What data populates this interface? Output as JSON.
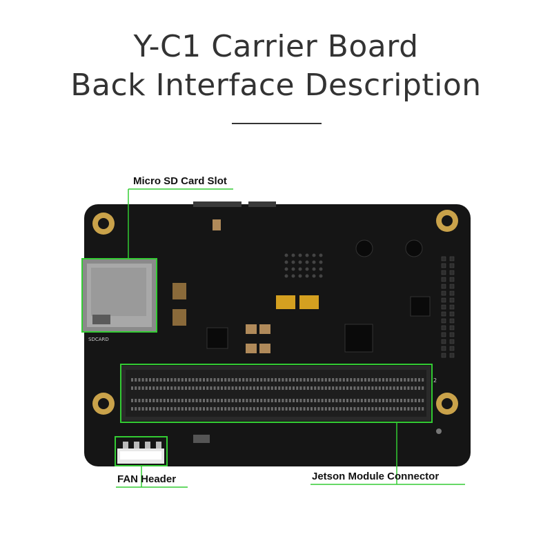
{
  "title": {
    "line1": "Y-C1 Carrier Board",
    "line2": "Back Interface Description"
  },
  "callouts": {
    "sd_card": "Micro SD Card Slot",
    "fan_header": "FAN Header",
    "jetson_connector": "Jetson Module Connector"
  },
  "board_markings": {
    "sdcard": "SDCARD",
    "two": "2"
  },
  "colors": {
    "highlight": "#33cc33",
    "board": "#151515",
    "gold": "#c9a24a"
  }
}
